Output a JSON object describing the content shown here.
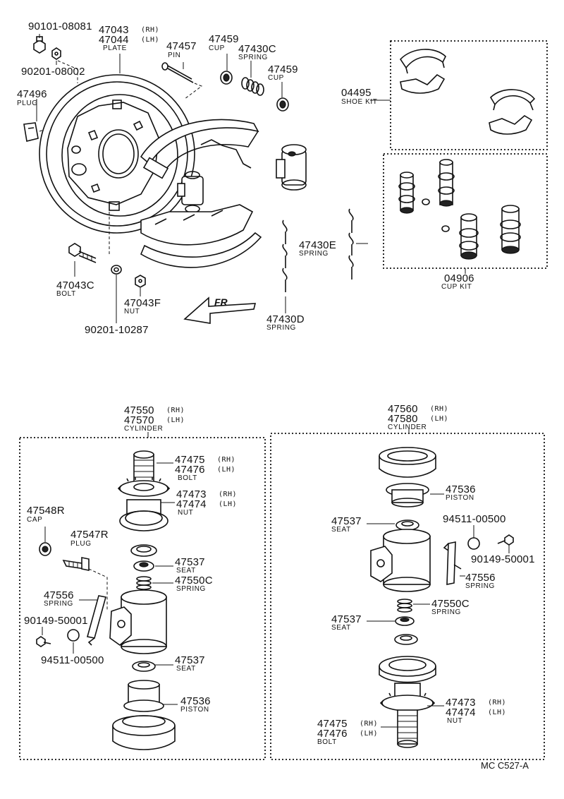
{
  "diagram_id": "MC  C527-A",
  "labels": {
    "p90101_08081": "90101-08081",
    "p90201_08002": "90201-08002",
    "p47496": "47496",
    "n47496": "PLUG",
    "p47043": "47043",
    "s47043": "(RH)",
    "p47044": "47044",
    "s47044": "(LH)",
    "n47043": "PLATE",
    "p47457": "47457",
    "n47457": "PIN",
    "p47459a": "47459",
    "n47459a": "CUP",
    "p47430C": "47430C",
    "n47430C": "SPRING",
    "p47459b": "47459",
    "n47459b": "CUP",
    "p04495": "04495",
    "n04495": "SHOE KIT",
    "p47430E": "47430E",
    "n47430E": "SPRING",
    "p04906": "04906",
    "n04906": "CUP KIT",
    "p47043C": "47043C",
    "n47043C": "BOLT",
    "p47043F": "47043F",
    "n47043F": "NUT",
    "p90201_10287": "90201-10287",
    "fr": "FR",
    "p47430D": "47430D",
    "n47430D": "SPRING",
    "p47550": "47550",
    "s47550": "(RH)",
    "p47570": "47570",
    "s47570": "(LH)",
    "n47550": "CYLINDER",
    "p47475a": "47475",
    "s47475a": "(RH)",
    "p47476a": "47476",
    "s47476a": "(LH)",
    "n47475a": "BOLT",
    "p47473a": "47473",
    "s47473a": "(RH)",
    "p47474a": "47474",
    "s47474a": "(LH)",
    "n47473a": "NUT",
    "p47548R": "47548R",
    "n47548R": "CAP",
    "p47547R": "47547R",
    "n47547R": "PLUG",
    "p47537a": "47537",
    "n47537a": "SEAT",
    "p47550C_a": "47550C",
    "n47550C_a": "SPRING",
    "p47556a": "47556",
    "n47556a": "SPRING",
    "p90149_a": "90149-50001",
    "p94511_a": "94511-00500",
    "p47537b": "47537",
    "n47537b": "SEAT",
    "p47536a": "47536",
    "n47536a": "PISTON",
    "p47560": "47560",
    "s47560": "(RH)",
    "p47580": "47580",
    "s47580": "(LH)",
    "n47560": "CYLINDER",
    "p47536b": "47536",
    "n47536b": "PISTON",
    "p47537c": "47537",
    "n47537c": "SEAT",
    "p94511_b": "94511-00500",
    "p90149_b": "90149-50001",
    "p47556b": "47556",
    "n47556b": "SPRING",
    "p47550C_b": "47550C",
    "n47550C_b": "SPRING",
    "p47537d": "47537",
    "n47537d": "SEAT",
    "p47473b": "47473",
    "s47473b": "(RH)",
    "p47474b": "47474",
    "s47474b": "(LH)",
    "n47473b": "NUT",
    "p47475b": "47475",
    "s47475b": "(RH)",
    "p47476b": "47476",
    "s47476b": "(LH)",
    "n47475b": "BOLT"
  }
}
